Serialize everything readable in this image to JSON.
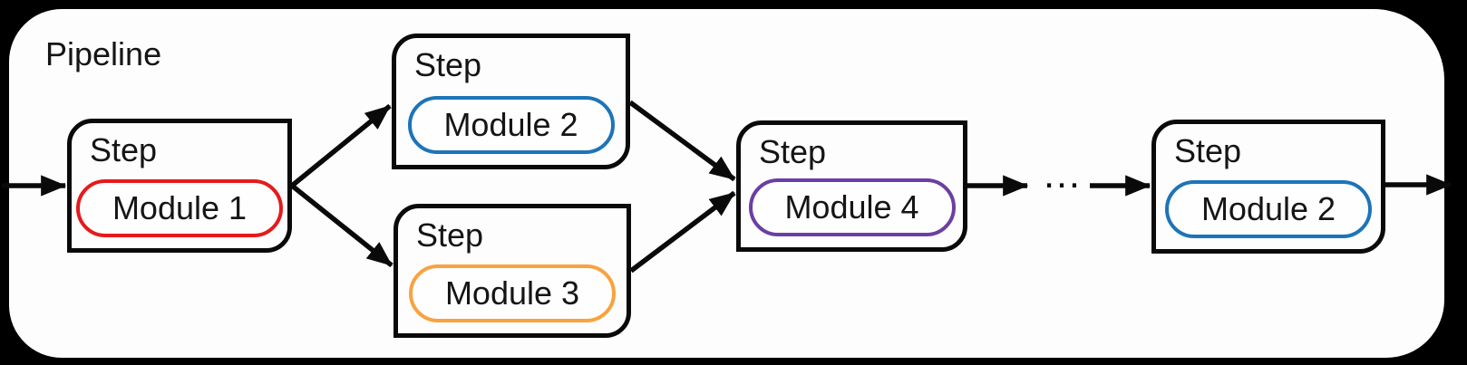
{
  "diagram": {
    "title": "Pipeline",
    "ellipsis": "…",
    "steps": [
      {
        "id": "step-1",
        "label": "Step",
        "module": "Module 1",
        "color": "#e51a1c"
      },
      {
        "id": "step-2",
        "label": "Step",
        "module": "Module 2",
        "color": "#1d74b8"
      },
      {
        "id": "step-3",
        "label": "Step",
        "module": "Module 3",
        "color": "#f7a33f"
      },
      {
        "id": "step-4",
        "label": "Step",
        "module": "Module 4",
        "color": "#6b3fa2"
      },
      {
        "id": "step-5",
        "label": "Step",
        "module": "Module 2",
        "color": "#1d74b8"
      }
    ],
    "edges": [
      {
        "from": "input",
        "to": "step-1"
      },
      {
        "from": "step-1",
        "to": "step-2"
      },
      {
        "from": "step-1",
        "to": "step-3"
      },
      {
        "from": "step-2",
        "to": "step-4"
      },
      {
        "from": "step-3",
        "to": "step-4"
      },
      {
        "from": "step-4",
        "to": "ellipsis"
      },
      {
        "from": "ellipsis",
        "to": "step-5"
      },
      {
        "from": "step-5",
        "to": "output"
      }
    ],
    "colors": {
      "background": "#000000",
      "container_fill": "#fdfdfd",
      "stroke": "#0a0a0a",
      "module1_accent": "#e51a1c",
      "module2_accent": "#1d74b8",
      "module3_accent": "#f7a33f",
      "module4_accent": "#6b3fa2"
    }
  }
}
